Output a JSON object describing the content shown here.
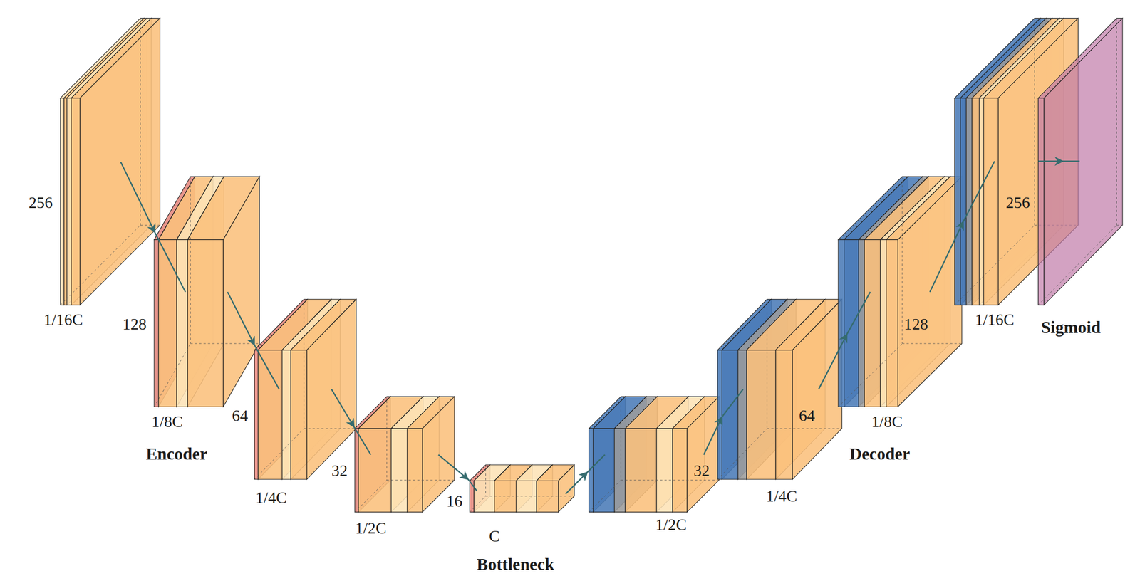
{
  "diagram": {
    "labels": [
      "256",
      "1/16C",
      "128",
      "1/8C",
      "Encoder",
      "64",
      "1/4C",
      "32",
      "1/2C",
      "16",
      "C",
      "Bottleneck",
      "1/2C",
      "32",
      "64",
      "1/4C",
      "Decoder",
      "128",
      "1/8C",
      "256",
      "1/16C",
      "Sigmoid"
    ]
  }
}
